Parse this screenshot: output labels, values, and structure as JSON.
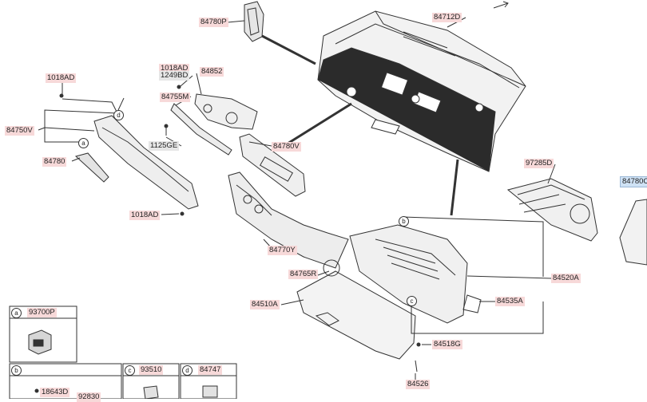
{
  "labels": {
    "p84780p": "84780P",
    "p84712d": "84712D",
    "p1018ad_top": "1018AD",
    "p1249bd": "1249BD",
    "p84852": "84852",
    "p84755m": "84755M",
    "p1018ad_left": "1018AD",
    "p84750v": "84750V",
    "p84780": "84780",
    "p1125ge": "1125GE",
    "p1018ad_bottom": "1018AD",
    "p84780v": "84780V",
    "p84770y": "84770Y",
    "p97285d": "97285D",
    "p84780c": "84780C",
    "p84765r": "84765R",
    "p84510a": "84510A",
    "p84520a": "84520A",
    "p84535a": "84535A",
    "p84518g": "84518G",
    "p84526": "84526",
    "p93700p": "93700P",
    "p18643d": "18643D",
    "p92830": "92830",
    "p93510": "93510",
    "p84747": "84747"
  },
  "callouts": {
    "a": "a",
    "b": "b",
    "c": "c",
    "d": "d"
  },
  "colors": {
    "highlight": "#f7d9d9",
    "selected": "#cfe2f5",
    "line": "#333333"
  }
}
